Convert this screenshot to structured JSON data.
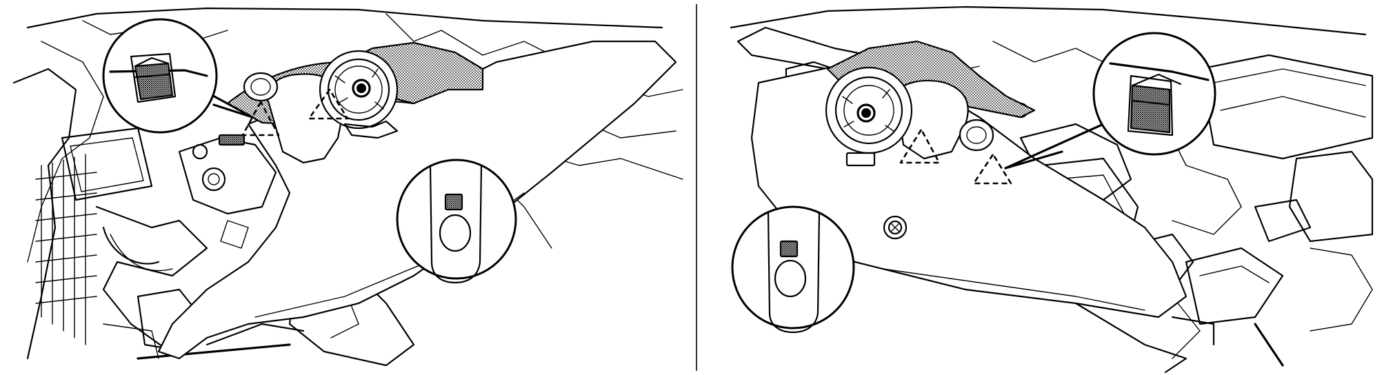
{
  "figure": {
    "panels": [
      {
        "id": "left",
        "view": "left-side-trim-clip",
        "callouts": [
          {
            "kind": "magnified-clip-tab"
          },
          {
            "kind": "magnified-slot-with-locator"
          }
        ],
        "markers": [
          "dashed-triangle",
          "dashed-triangle"
        ]
      },
      {
        "id": "right",
        "view": "right-side-trim-clip",
        "callouts": [
          {
            "kind": "magnified-clip-tab"
          },
          {
            "kind": "magnified-slot-with-locator"
          }
        ],
        "markers": [
          "dashed-triangle",
          "dashed-triangle"
        ]
      }
    ]
  },
  "colors": {
    "line": "#000000",
    "background": "#ffffff",
    "shade": "#8a8a8a"
  }
}
